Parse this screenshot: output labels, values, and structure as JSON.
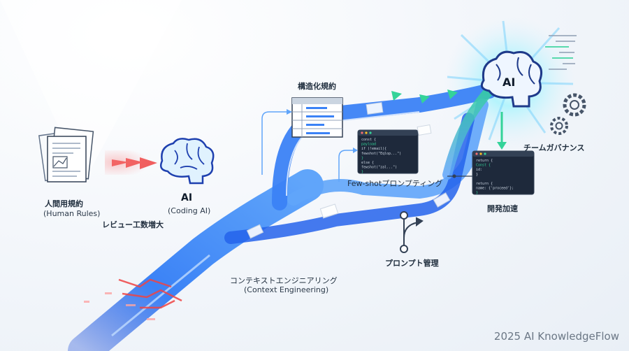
{
  "labels": {
    "human_rules_jp": "人間用規約",
    "human_rules_en": "(Human Rules)",
    "review_increase": "レビュー工数増大",
    "ai_left": "AI",
    "coding_ai": "(Coding AI)",
    "structured_rules": "構造化規約",
    "few_shot": "Few-shotプロンプティング",
    "context_eng_jp": "コンテキストエンジニアリング",
    "context_eng_en": "(Context Engineering)",
    "prompt_mgmt": "プロンプト管理",
    "ai_right": "AI",
    "team_governance": "チームガバナンス",
    "dev_speed": "開発加速"
  },
  "code_snippets": {
    "few_shot": [
      "const {",
      "  payload",
      "  if (!email){",
      "    fewshot(\"Eqlop...\")",
      "  }",
      "  else {",
      "    fewshot(\"zal...\")",
      "  }"
    ],
    "dev": [
      "return {",
      "  Const  {",
      "    id:",
      "  }",
      "  ",
      "  return {",
      "    name: {'proceed'};",
      "  }"
    ]
  },
  "watermark": "2025 AI KnowledgeFlow",
  "colors": {
    "road": "#3b82f6",
    "road_glow": "#93c5fd",
    "red_stream": "#ef4444",
    "green_stream": "#34d399",
    "brain": "#2f7fd6"
  }
}
